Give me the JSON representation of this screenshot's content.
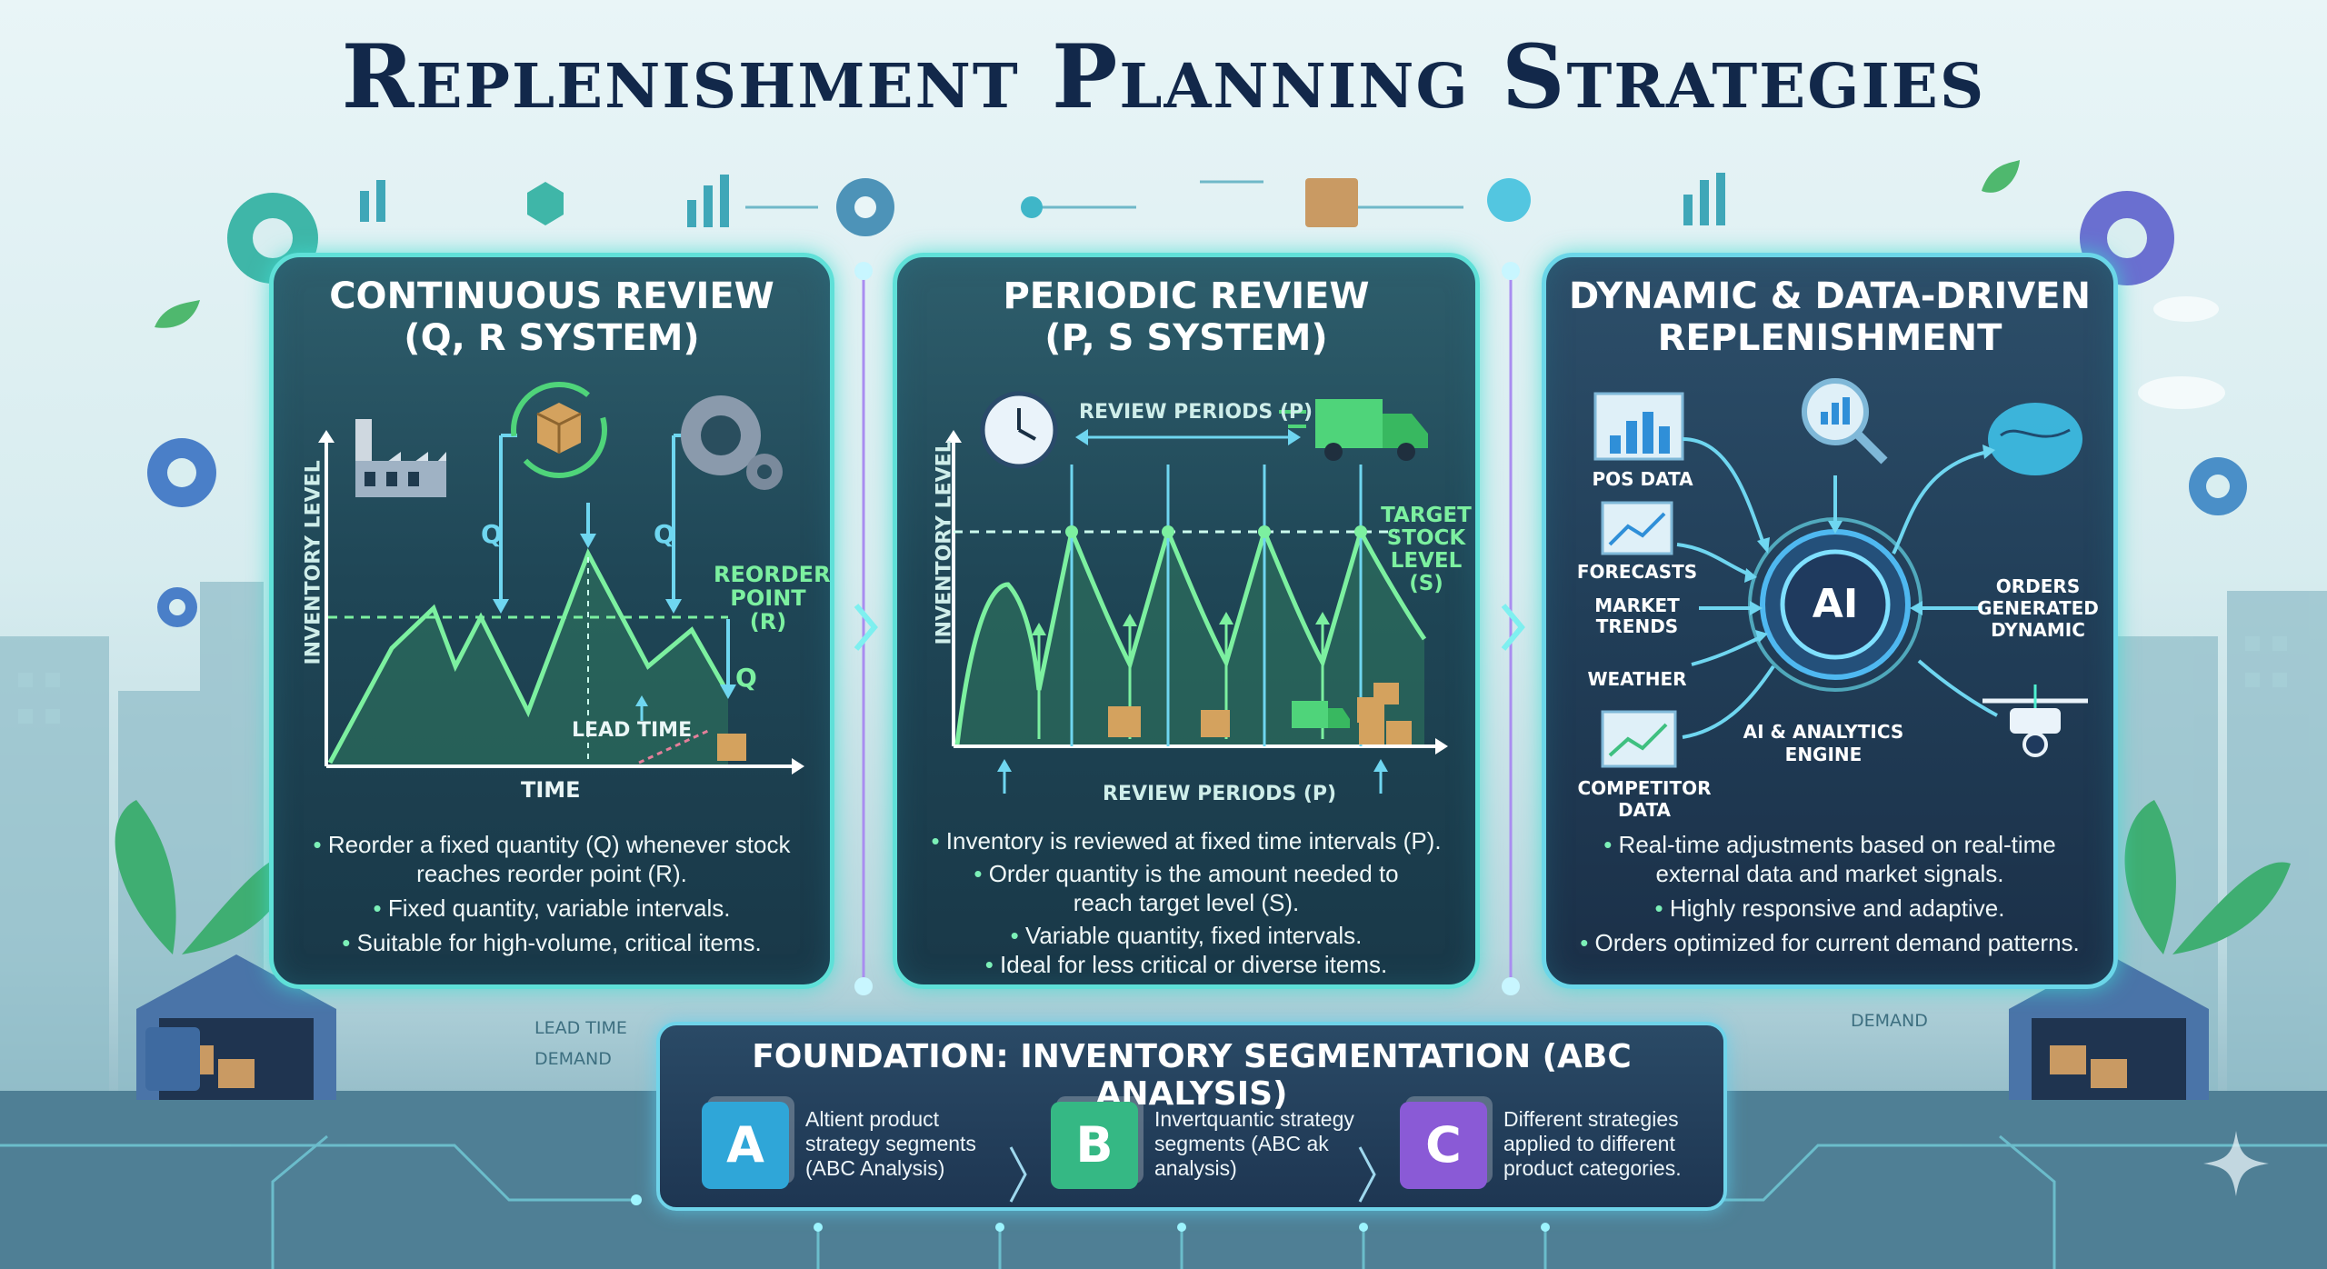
{
  "title": "Replenishment Planning Strategies",
  "panels": {
    "continuous": {
      "title_line1": "Continuous Review",
      "title_line2": "(Q, R System)",
      "chart": {
        "ylabel": "Inventory Level",
        "xlabel": "Time",
        "reorder_line1": "Reorder",
        "reorder_line2": "Point",
        "reorder_line3": "(R)",
        "q_label": "Q",
        "lead_time": "Lead Time"
      },
      "bullets": [
        "Reorder a fixed quantity (Q) whenever stock reaches reorder point (R).",
        "Fixed quantity, variable intervals.",
        "Suitable for high-volume, critical items."
      ]
    },
    "periodic": {
      "title_line1": "Periodic Review",
      "title_line2": "(P, S System)",
      "chart": {
        "ylabel": "Inventory Level",
        "review_top": "Review Periods (P)",
        "review_bottom": "Review Periods (P)",
        "target_line1": "Target",
        "target_line2": "Stock",
        "target_line3": "Level",
        "target_line4": "(S)"
      },
      "bullets": [
        "Inventory is reviewed at fixed time intervals (P).",
        "Order quantity is the amount needed to reach target level (S).",
        "Variable quantity, fixed intervals.",
        "Ideal for less critical or diverse items."
      ]
    },
    "dynamic": {
      "title_line1": "Dynamic & Data-Driven",
      "title_line2": "Replenishment",
      "diagram": {
        "pos": "POS Data",
        "forecasts": "Forecasts",
        "market_line1": "Market",
        "market_line2": "Trends",
        "weather": "Weather",
        "competitor": "Competitor Data",
        "ai": "AI",
        "engine_line1": "AI & Analytics",
        "engine_line2": "Engine",
        "orders_line1": "Orders",
        "orders_line2": "Generated",
        "orders_line3": "Dynamic"
      },
      "bullets": [
        "Real-time adjustments based on real-time external data and market signals.",
        "Highly responsive and adaptive.",
        "Orders optimized for current demand patterns."
      ]
    }
  },
  "foundation": {
    "title": "Foundation: Inventory Segmentation (ABC Analysis)",
    "segments": [
      {
        "letter": "A",
        "text": "Altient product strategy segments (ABC Analysis)",
        "color": "#2fa6d8"
      },
      {
        "letter": "B",
        "text": "Invertquantic strategy segments (ABC ak analysis)",
        "color": "#35b884"
      },
      {
        "letter": "C",
        "text": "Different strategies applied to different product categories.",
        "color": "#8a5ad6"
      }
    ]
  },
  "side_labels": {
    "lead_time": "Lead Time",
    "demand_left": "Demand",
    "demand_right": "Demand"
  },
  "colors": {
    "accent_green": "#7cf0a0",
    "accent_teal": "#5fe0d8",
    "title_navy": "#12284a"
  }
}
